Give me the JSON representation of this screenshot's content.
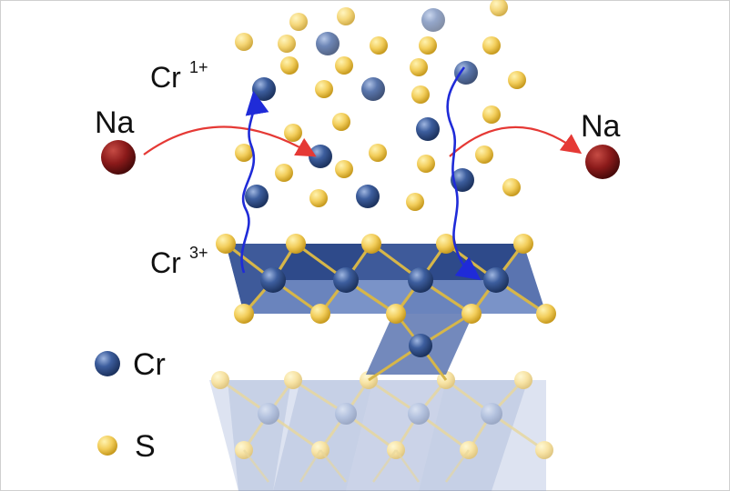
{
  "labels": {
    "na_left": "Na",
    "na_right": "Na",
    "cr_high_base": "Cr",
    "cr_high_sup": "1+",
    "cr_low_base": "Cr",
    "cr_low_sup": "3+",
    "legend_cr": "Cr",
    "legend_s": "S"
  },
  "colors": {
    "cr": "#2f4f8f",
    "s": "#f2c94c",
    "na": "#8b1a1a",
    "electron_arrow": "#1f2bd8",
    "na_arrow": "#e53935",
    "slab": "#4a67a8"
  }
}
